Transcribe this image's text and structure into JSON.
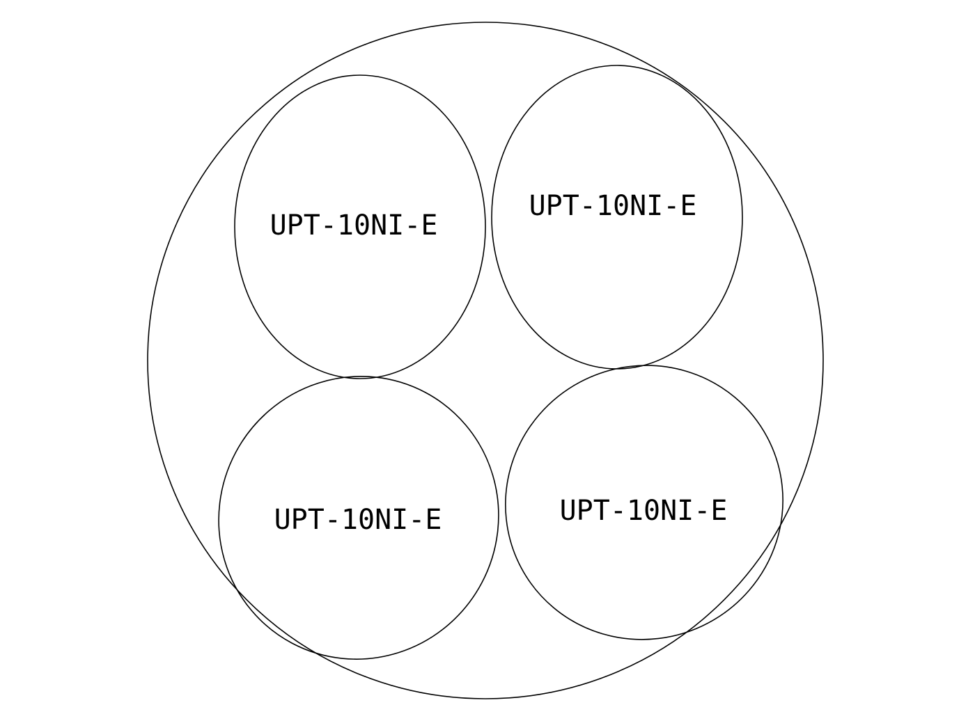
{
  "diagram": {
    "labels": [
      "UPT-10NI-E",
      "UPT-10NI-E",
      "UPT-10NI-E",
      "UPT-10NI-E"
    ]
  },
  "colors": {
    "background": "#ffffff",
    "stroke": "#000000"
  }
}
